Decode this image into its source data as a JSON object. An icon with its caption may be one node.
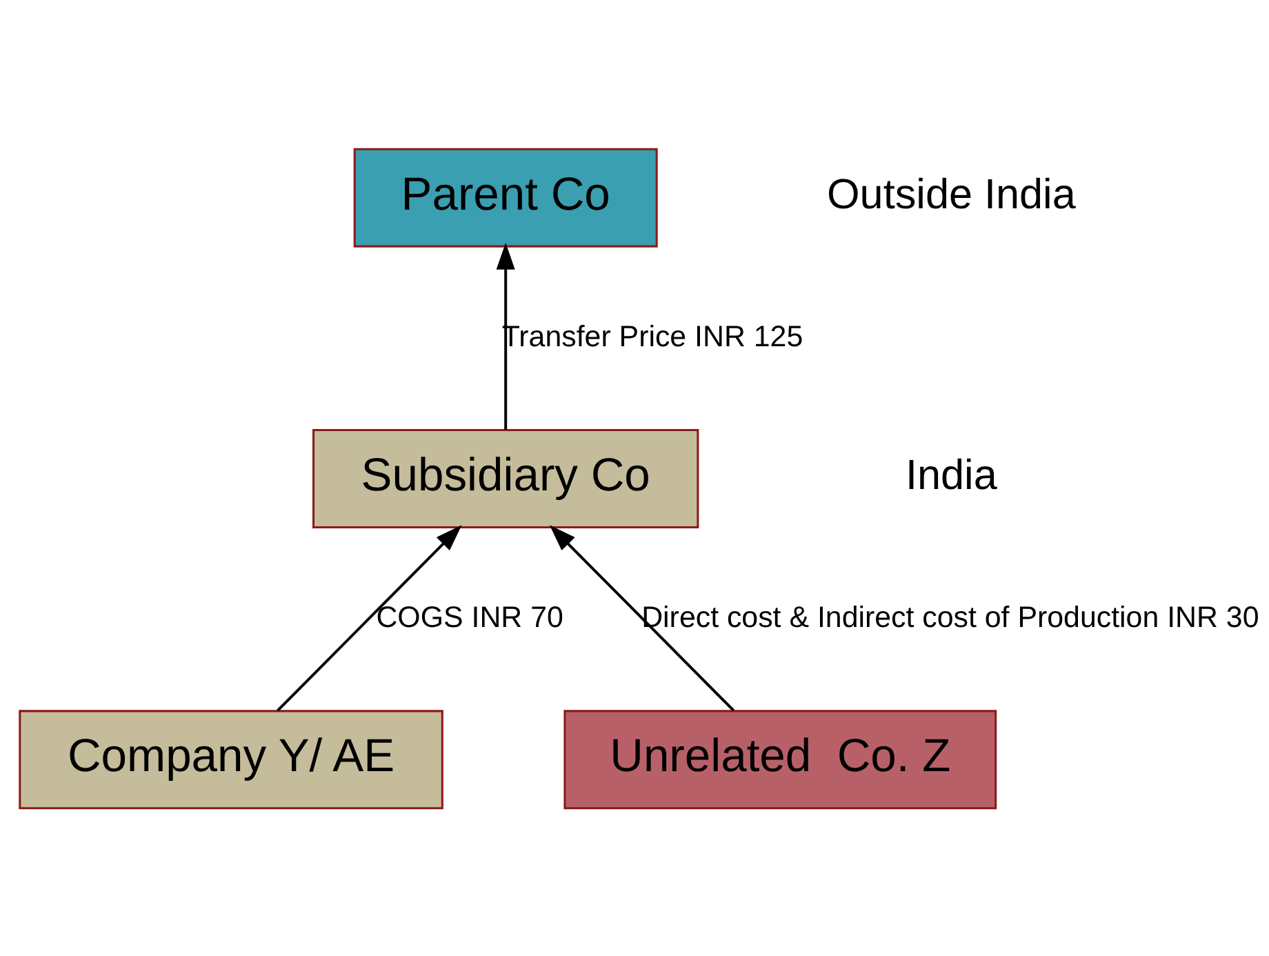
{
  "diagram": {
    "nodes": [
      {
        "text": [
          "Parent Co"
        ]
      },
      {
        "text": [
          "Subsidiary Co"
        ]
      },
      {
        "text": [
          "Company Y/ AE"
        ]
      },
      {
        "text": [
          "Unrelated  Co. Z"
        ]
      }
    ],
    "edges": [
      {
        "from": 1,
        "to": 0,
        "arrow": "to",
        "label": "Transfer Price INR 125"
      },
      {
        "from": 2,
        "to": 1,
        "arrow": "to",
        "label": "COGS INR 70"
      },
      {
        "from": 3,
        "to": 1,
        "arrow": "to",
        "label": "Direct cost & Indirect cost of Production INR 30"
      }
    ],
    "labels": [
      "Outside India",
      "India"
    ]
  }
}
